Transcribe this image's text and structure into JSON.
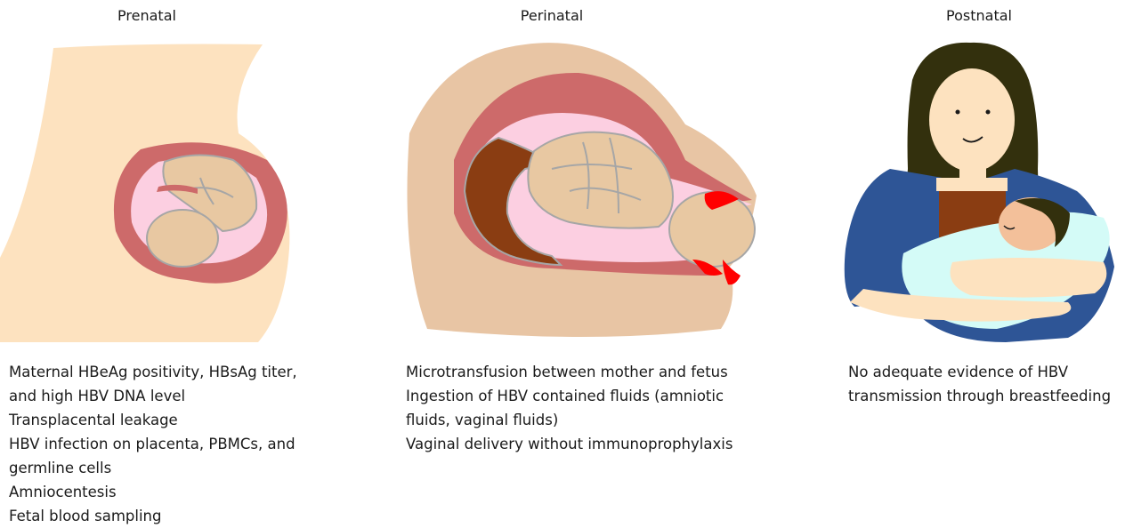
{
  "panels": [
    {
      "title": "Prenatal",
      "notes": [
        "Maternal HBeAg positivity, HBsAg titer,",
        "and high HBV DNA level",
        "Transplacental leakage",
        "HBV infection on placenta, PBMCs, and",
        "germline cells",
        "Amniocentesis",
        "Fetal blood sampling"
      ]
    },
    {
      "title": "Perinatal",
      "notes": [
        "Microtransfusion between mother and fetus",
        "Ingestion of HBV contained fluids (amniotic",
        "fluids, vaginal fluids)",
        "Vaginal delivery without immunoprophylaxis"
      ]
    },
    {
      "title": "Postnatal",
      "notes": [
        "No adequate evidence of HBV",
        "transmission through breastfeeding"
      ]
    }
  ],
  "colors": {
    "skin": "#fde2bf",
    "body_tan": "#e8c5a4",
    "uterus": "#cd6a6a",
    "amniotic": "#fccfe1",
    "fetus": "#e8c8a2",
    "placenta": "#8a3d12",
    "blood": "#ff0000",
    "hair": "#33300d",
    "shirt": "#2e5596",
    "blanket": "#d4fbf7",
    "outline": "#a6a6a6"
  }
}
